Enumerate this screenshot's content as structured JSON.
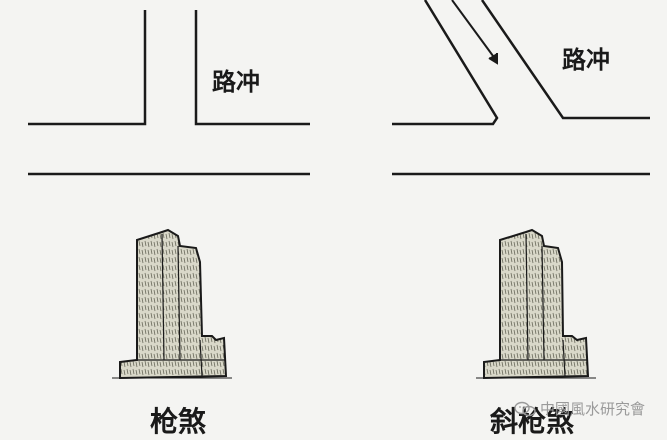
{
  "left_panel": {
    "road_label": "路冲",
    "caption": "枪煞"
  },
  "right_panel": {
    "road_label": "路冲",
    "caption": "斜枪煞"
  },
  "watermark": {
    "text": "中國風水研究會",
    "icon": "wechat-icon"
  },
  "colors": {
    "ink": "#1a1a1a",
    "paper": "#f4f4f2",
    "building_fill": "#d9d8c9"
  }
}
